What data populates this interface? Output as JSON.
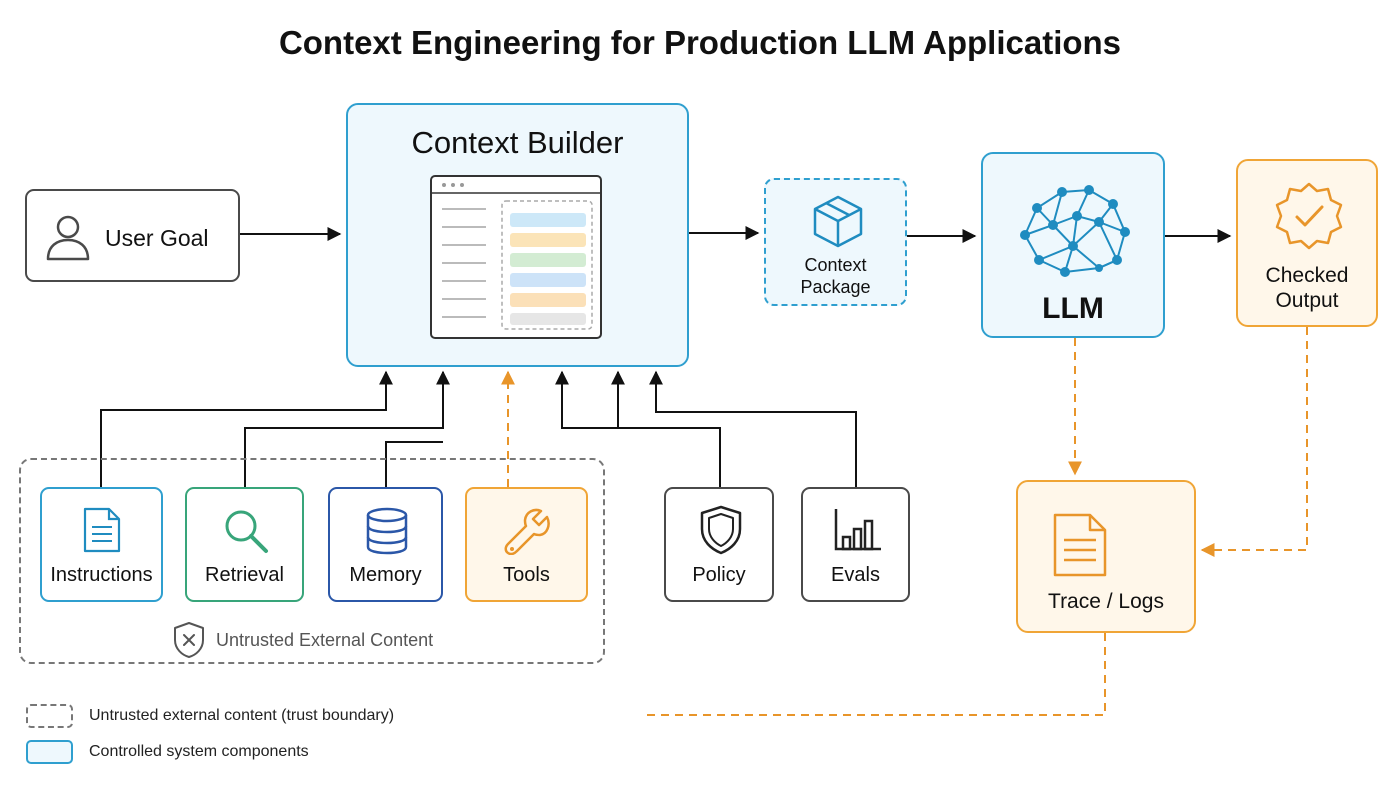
{
  "title": "Context Engineering for Production LLM Applications",
  "nodes": {
    "user_goal": "User Goal",
    "context_builder": "Context Builder",
    "context_package_line1": "Context",
    "context_package_line2": "Package",
    "llm": "LLM",
    "checked_output_line1": "Checked",
    "checked_output_line2": "Output",
    "trace_logs": "Trace / Logs"
  },
  "sources": {
    "instructions": "Instructions",
    "retrieval": "Retrieval",
    "memory": "Memory",
    "tools": "Tools",
    "policy": "Policy",
    "evals": "Evals"
  },
  "untrusted_zone_label": "Untrusted External Content",
  "legend": {
    "untrusted": "Untrusted external content (trust boundary)",
    "controlled": "Controlled system components"
  },
  "colors": {
    "system_blue": "#2f9fcf",
    "system_fill": "#eef8fd",
    "retrieval_green": "#38a57a",
    "memory_navy": "#2b57a8",
    "output_orange": "#f0a536",
    "output_fill": "#fff7ea",
    "neutral_gray": "#4a4a4a"
  },
  "icons": [
    "user-icon",
    "window-mockup-icon",
    "package-box-icon",
    "neural-network-icon",
    "verified-badge-icon",
    "document-icon",
    "search-icon",
    "database-icon",
    "wrench-icon",
    "shield-icon",
    "bar-chart-icon",
    "shield-x-icon",
    "log-document-icon"
  ]
}
